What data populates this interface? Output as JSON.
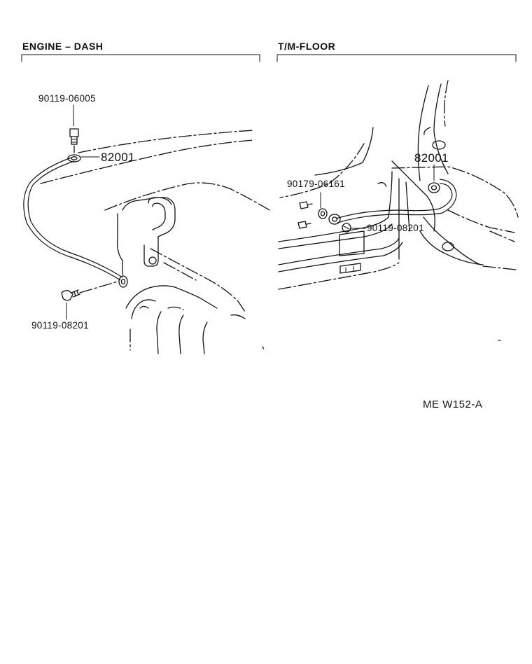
{
  "sections": {
    "left_title": "ENGINE – DASH",
    "right_title": "T/M-FLOOR"
  },
  "left_parts": {
    "top_bolt": "90119-06005",
    "cable": "82001",
    "bottom_bolt": "90119-08201"
  },
  "right_parts": {
    "cable": "82001",
    "nut": "90179-06161",
    "bolt": "90119-08201"
  },
  "diagram_code": "ME W152-A"
}
